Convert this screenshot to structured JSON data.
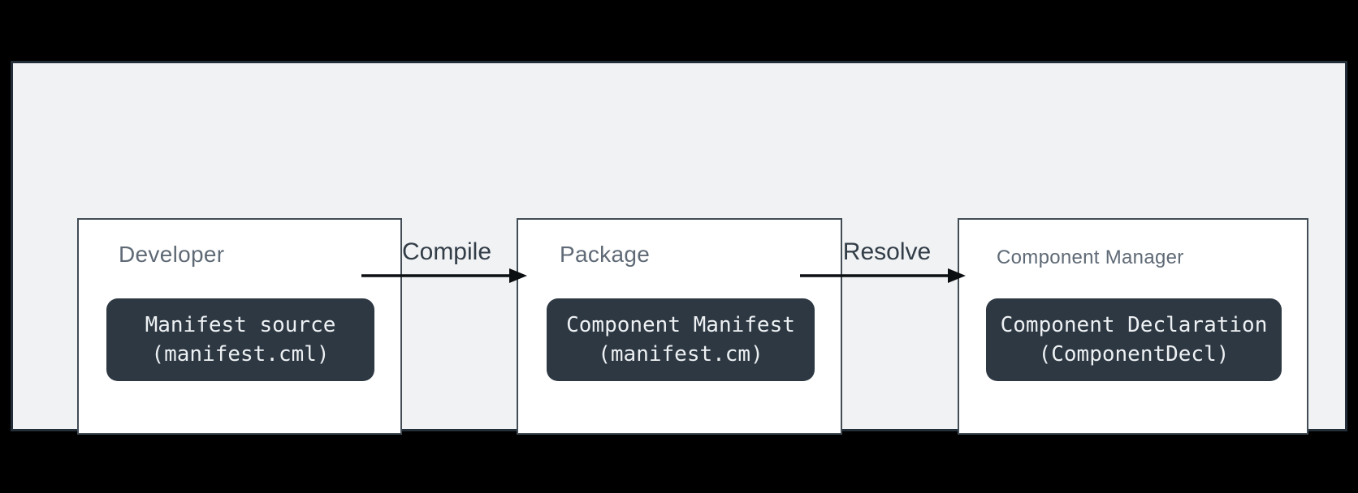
{
  "diagram": {
    "nodes": [
      {
        "id": "developer",
        "label": "Developer",
        "artifact_line1": "Manifest source",
        "artifact_line2": "(manifest.cml)"
      },
      {
        "id": "package",
        "label": "Package",
        "artifact_line1": "Component Manifest",
        "artifact_line2": "(manifest.cm)"
      },
      {
        "id": "component-manager",
        "label": "Component Manager",
        "artifact_line1": "Component Declaration",
        "artifact_line2": "(ComponentDecl)"
      }
    ],
    "edges": [
      {
        "label": "Compile",
        "from": "developer",
        "to": "package"
      },
      {
        "label": "Resolve",
        "from": "package",
        "to": "component-manager"
      }
    ]
  },
  "colors": {
    "canvas_background": "#000000",
    "panel_background": "#f0f2f4",
    "panel_border": "#242e38",
    "node_background": "#ffffff",
    "node_border": "#434d56",
    "node_label": "#5f6a76",
    "artifact_background": "#2d3843",
    "artifact_text": "#eef1f3",
    "arrow": "#0c0f12",
    "edge_label": "#323d47"
  }
}
